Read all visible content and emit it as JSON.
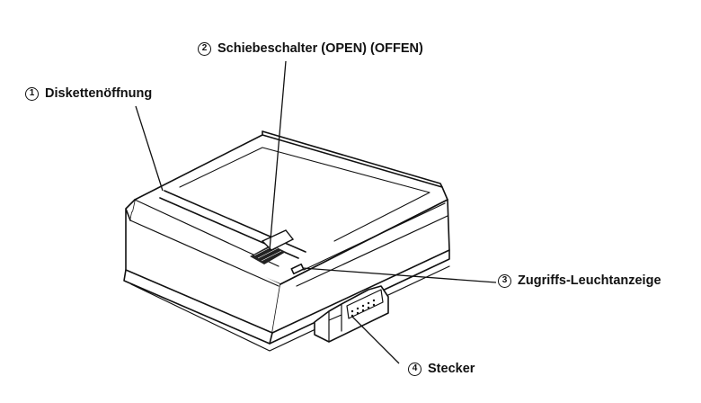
{
  "callouts": [
    {
      "number": "1",
      "text": "Diskettenöffnung"
    },
    {
      "number": "2",
      "text": "Schiebeschalter (OPEN) (OFFEN)"
    },
    {
      "number": "3",
      "text": "Zugriffs-Leuchtanzeige"
    },
    {
      "number": "4",
      "text": "Stecker"
    }
  ],
  "colors": {
    "ink": "#111111",
    "background": "#ffffff"
  }
}
